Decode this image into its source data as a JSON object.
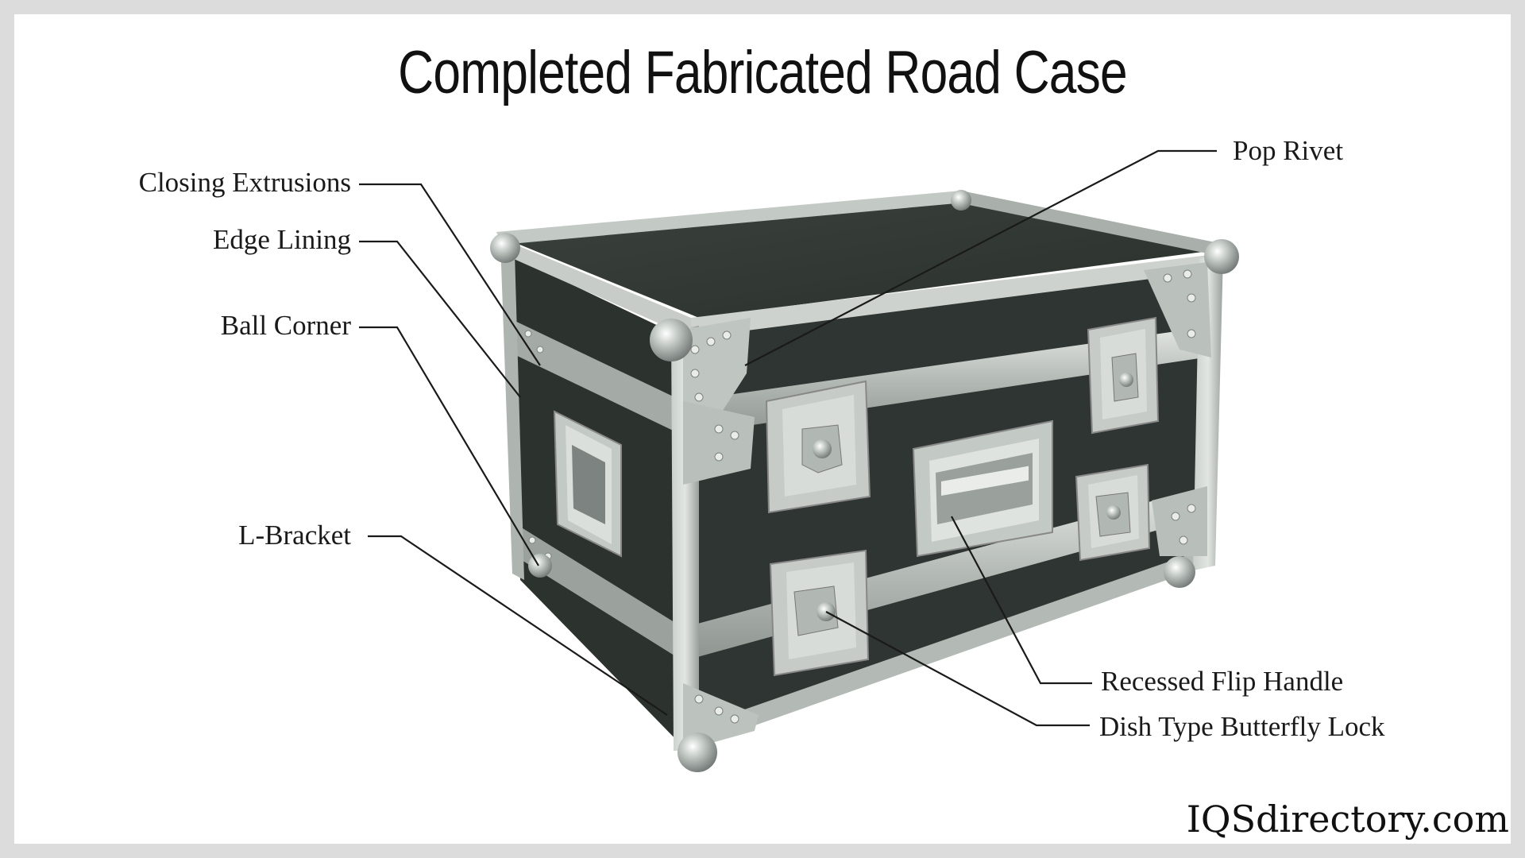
{
  "title": "Completed Fabricated Road Case",
  "brand": "IQSdirectory.com",
  "callouts": {
    "closing_extrusions": "Closing Extrusions",
    "edge_lining": "Edge Lining",
    "ball_corner": "Ball Corner",
    "l_bracket": "L-Bracket",
    "pop_rivet": "Pop Rivet",
    "recessed_flip_handle": "Recessed Flip Handle",
    "dish_type_butterfly_lock": "Dish Type Butterfly Lock"
  },
  "colors": {
    "panel": "#2f3532",
    "metal": "#b7bdb9",
    "metal_dark": "#8d938f",
    "metal_light": "#dde2df",
    "leader": "#1a1a1a"
  }
}
